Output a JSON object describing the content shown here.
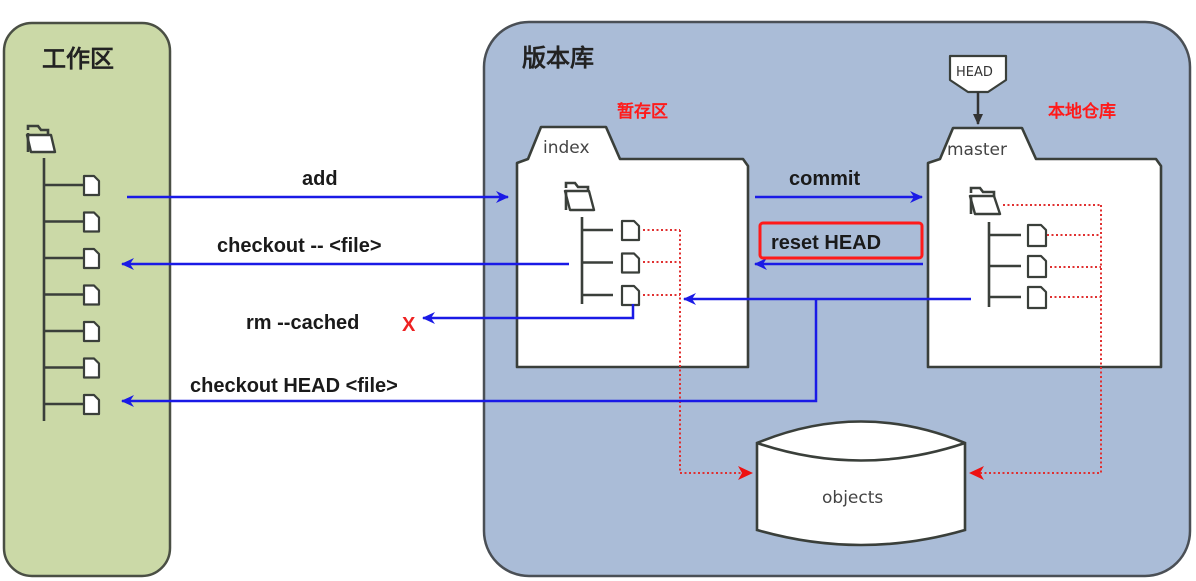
{
  "zones": {
    "working_directory": {
      "title": "工作区",
      "file_count": 7
    },
    "repository": {
      "title": "版本库"
    }
  },
  "stores": {
    "index": {
      "tab": "index",
      "annotation": "暂存区",
      "file_count": 3
    },
    "master": {
      "tab": "master",
      "annotation": "本地仓库",
      "file_count": 3
    },
    "objects": {
      "label": "objects"
    },
    "head_pointer": {
      "label": "HEAD"
    }
  },
  "commands": {
    "add": "add",
    "checkout_file": "checkout -- <file>",
    "rm_cached": "rm --cached",
    "rm_cached_mark": "X",
    "checkout_head_file": "checkout HEAD <file>",
    "commit": "commit",
    "reset_head": "reset HEAD"
  },
  "colors": {
    "working_bg": "#cbd9a7",
    "repo_bg": "#aabcd7",
    "arrow": "#1a1ae6",
    "highlight": "#ff1a1a",
    "pointer_dotted": "#e03030"
  }
}
